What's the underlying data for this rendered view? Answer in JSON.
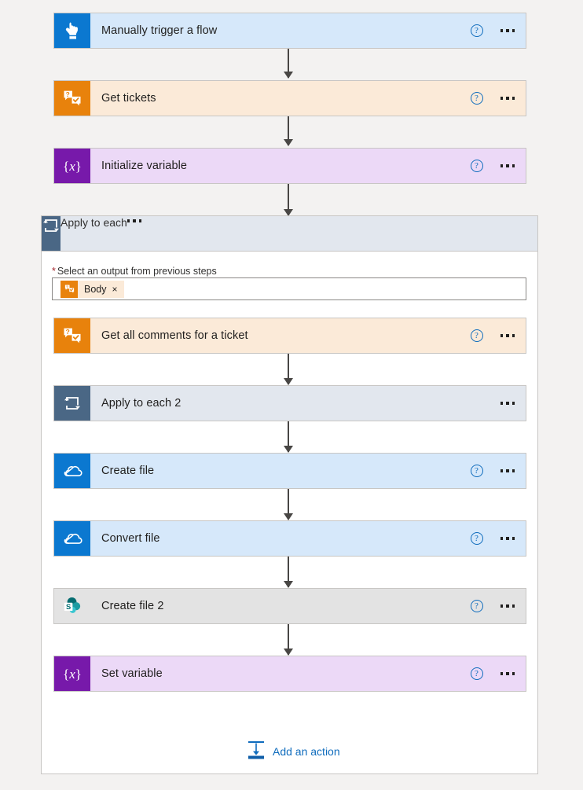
{
  "canvas": {
    "background_color": "#f3f2f1",
    "connector_color": "#484644"
  },
  "flow": {
    "title": "Power Automate flow designer",
    "steps": [
      {
        "id": "manually-trigger-a-flow",
        "label": "Manually trigger a flow",
        "icon": "hand-pointer-icon",
        "icon_bg": "#0b78d0",
        "card_bg": "#d6e8fa",
        "has_help": true,
        "has_menu": true,
        "type": "trigger"
      },
      {
        "id": "get-tickets",
        "label": "Get tickets",
        "icon": "ticket-comments-icon",
        "icon_bg": "#e8820c",
        "card_bg": "#fbead8",
        "has_help": true,
        "has_menu": true,
        "type": "action"
      },
      {
        "id": "initialize-variable",
        "label": "Initialize variable",
        "icon": "variable-braces-icon",
        "icon_bg": "#7719aa",
        "card_bg": "#ecd9f7",
        "has_help": true,
        "has_menu": true,
        "type": "action"
      }
    ]
  },
  "loop": {
    "id": "apply-to-each",
    "label": "Apply to each",
    "icon": "loop-icon",
    "icon_bg": "#4a6785",
    "card_bg": "#e2e7ee",
    "has_help": false,
    "has_menu": true,
    "field": {
      "required_marker": "*",
      "label": "Select an output from previous steps",
      "token": {
        "label": "Body",
        "icon": "ticket-comments-icon",
        "icon_bg": "#e8820c",
        "chip_bg": "#fbead8",
        "remove_label": "×"
      }
    },
    "steps": [
      {
        "id": "get-all-comments-for-a-ticket",
        "label": "Get all comments for a ticket",
        "icon": "ticket-comments-icon",
        "icon_bg": "#e8820c",
        "card_bg": "#fbead8",
        "has_help": true,
        "has_menu": true,
        "type": "action"
      },
      {
        "id": "apply-to-each-2",
        "label": "Apply to each 2",
        "icon": "loop-icon",
        "icon_bg": "#4a6785",
        "card_bg": "#e2e7ee",
        "has_help": false,
        "has_menu": true,
        "type": "loop"
      },
      {
        "id": "create-file",
        "label": "Create file",
        "icon": "onedrive-cloud-icon",
        "icon_bg": "#0b78d0",
        "card_bg": "#d6e8fa",
        "has_help": true,
        "has_menu": true,
        "type": "action"
      },
      {
        "id": "convert-file",
        "label": "Convert file",
        "icon": "onedrive-cloud-icon",
        "icon_bg": "#0b78d0",
        "card_bg": "#d6e8fa",
        "has_help": true,
        "has_menu": true,
        "type": "action"
      },
      {
        "id": "create-file-2",
        "label": "Create file 2",
        "icon": "sharepoint-icon",
        "icon_bg": "#e3e3e3",
        "card_bg": "#e3e3e3",
        "has_help": true,
        "has_menu": true,
        "type": "action"
      },
      {
        "id": "set-variable",
        "label": "Set variable",
        "icon": "variable-braces-icon",
        "icon_bg": "#7719aa",
        "card_bg": "#ecd9f7",
        "has_help": true,
        "has_menu": true,
        "type": "action"
      }
    ],
    "add_action": {
      "label": "Add an action",
      "icon": "add-action-icon",
      "color": "#0f6cbd"
    }
  }
}
